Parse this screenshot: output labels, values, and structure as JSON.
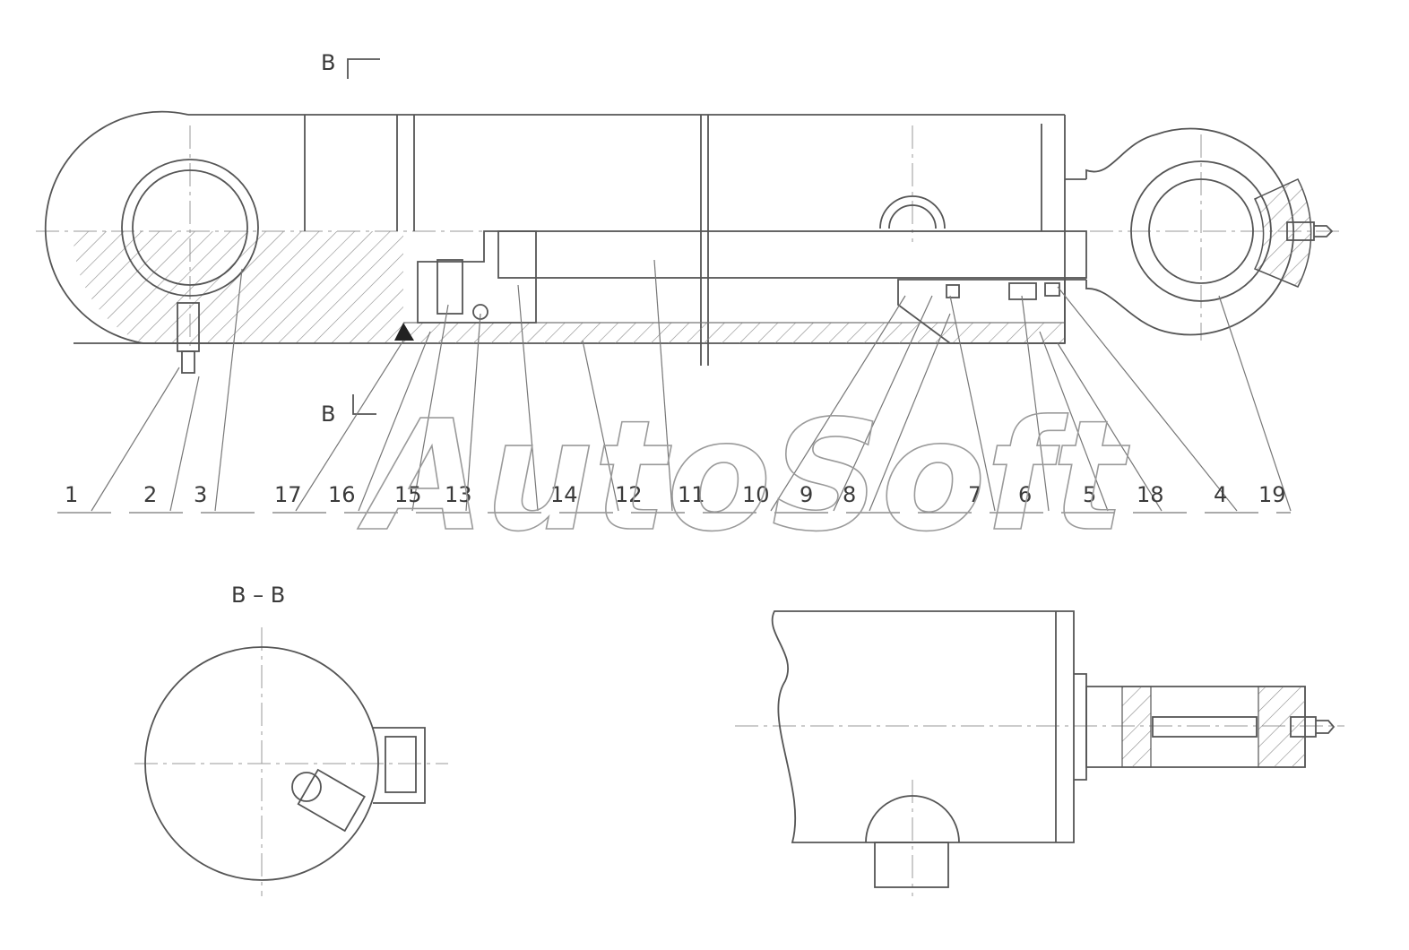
{
  "section_markers": {
    "top": "B",
    "bottom": "B"
  },
  "section_view_title": "B – B",
  "watermark": "AutoSoft",
  "callouts": [
    "1",
    "2",
    "3",
    "17",
    "16",
    "15",
    "13",
    "14",
    "12",
    "11",
    "10",
    "9",
    "8",
    "7",
    "6",
    "5",
    "18",
    "4",
    "19"
  ]
}
